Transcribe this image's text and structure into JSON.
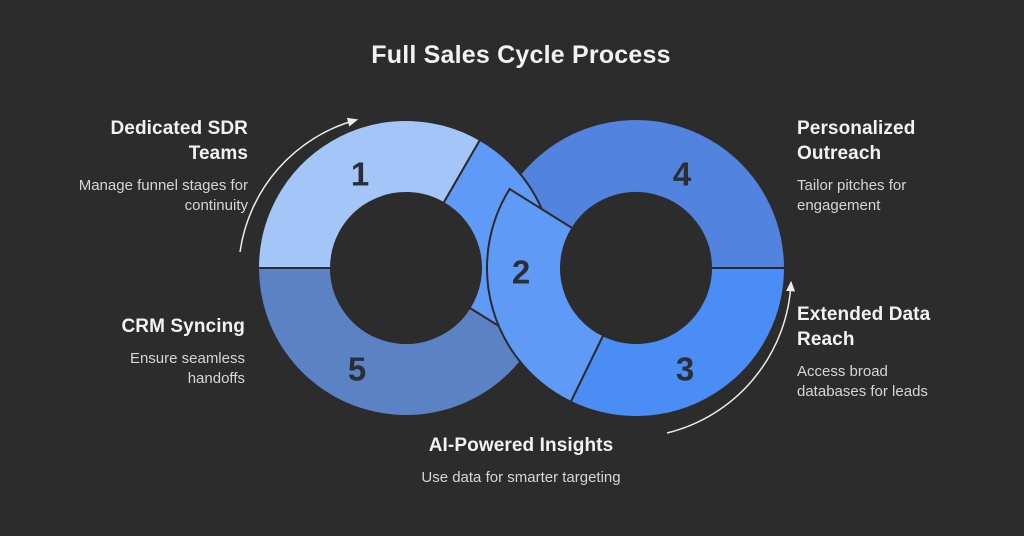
{
  "title": "Full Sales Cycle Process",
  "colors": {
    "background": "#2c2c2c",
    "number": "#2b2e33",
    "arrow": "#ececec",
    "heading_text": "#f2f2f2",
    "body_text": "#d6d6d6"
  },
  "chart_data": {
    "type": "process-loop-diagram",
    "title": "Full Sales Cycle Process",
    "layout_hint": "two overlapping donut rings forming an infinity loop, 5 numbered segments, clockwise flow arrows at top-left and right",
    "flow_direction": "clockwise",
    "arrow_count": 2,
    "steps": [
      {
        "number": "1",
        "heading": "Dedicated SDR Teams",
        "description": "Manage funnel stages for continuity",
        "color": "#a3c5f7"
      },
      {
        "number": "2",
        "heading": "AI-Powered Insights",
        "description": "Use data for smarter targeting",
        "color": "#5f9af7"
      },
      {
        "number": "3",
        "heading": "Extended Data Reach",
        "description": "Access broad databases for leads",
        "color": "#4a8df4"
      },
      {
        "number": "4",
        "heading": "Personalized Outreach",
        "description": "Tailor pitches for engagement",
        "color": "#5283de"
      },
      {
        "number": "5",
        "heading": "CRM Syncing",
        "description": "Ensure seamless handoffs",
        "color": "#5c82c6"
      }
    ]
  }
}
